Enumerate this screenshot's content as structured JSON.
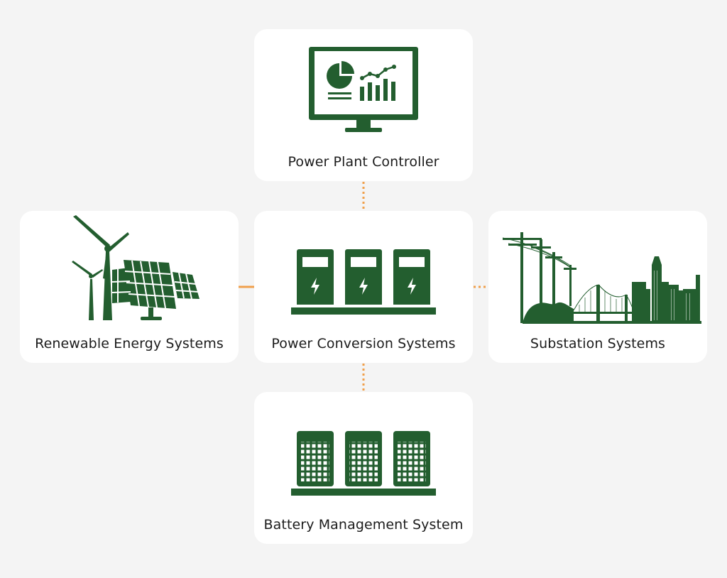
{
  "nodes": {
    "power_plant_controller": {
      "label": "Power Plant Controller",
      "icon": "monitor-analytics-icon"
    },
    "power_conversion_systems": {
      "label": "Power Conversion Systems",
      "icon": "inverter-cabinets-icon"
    },
    "renewable_energy_systems": {
      "label": "Renewable Energy Systems",
      "icon": "wind-solar-icon"
    },
    "substation_systems": {
      "label": "Substation Systems",
      "icon": "power-lines-city-icon"
    },
    "battery_management_system": {
      "label": "Battery Management System",
      "icon": "battery-racks-icon"
    }
  },
  "connections": [
    {
      "from": "power_plant_controller",
      "to": "power_conversion_systems",
      "style": "dotted"
    },
    {
      "from": "renewable_energy_systems",
      "to": "power_conversion_systems",
      "style": "double-arrow"
    },
    {
      "from": "power_conversion_systems",
      "to": "substation_systems",
      "style": "dotted"
    },
    {
      "from": "power_conversion_systems",
      "to": "battery_management_system",
      "style": "dotted"
    }
  ],
  "colors": {
    "icon": "#235e2f",
    "connector": "#f0a04b",
    "card": "#ffffff",
    "background": "#f4f4f4"
  }
}
